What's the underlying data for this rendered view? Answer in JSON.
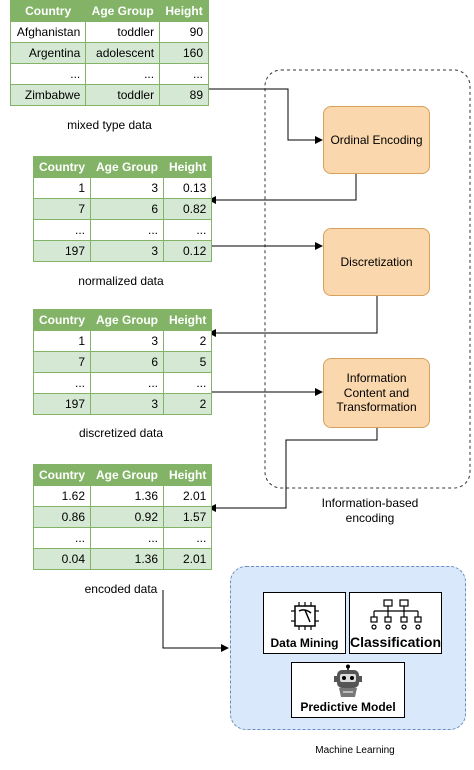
{
  "columns": [
    "Country",
    "Age Group",
    "Height"
  ],
  "tables": [
    {
      "caption": "mixed type data",
      "rows": [
        [
          "Afghanistan",
          "toddler",
          "90"
        ],
        [
          "Argentina",
          "adolescent",
          "160"
        ],
        [
          "...",
          "...",
          "..."
        ],
        [
          "Zimbabwe",
          "toddler",
          "89"
        ]
      ]
    },
    {
      "caption": "normalized data",
      "rows": [
        [
          "1",
          "3",
          "0.13"
        ],
        [
          "7",
          "6",
          "0.82"
        ],
        [
          "...",
          "...",
          "..."
        ],
        [
          "197",
          "3",
          "0.12"
        ]
      ]
    },
    {
      "caption": "discretized data",
      "rows": [
        [
          "1",
          "3",
          "2"
        ],
        [
          "7",
          "6",
          "5"
        ],
        [
          "...",
          "...",
          "..."
        ],
        [
          "197",
          "3",
          "2"
        ]
      ]
    },
    {
      "caption": "encoded data",
      "rows": [
        [
          "1.62",
          "1.36",
          "2.01"
        ],
        [
          "0.86",
          "0.92",
          "1.57"
        ],
        [
          "...",
          "...",
          "..."
        ],
        [
          "0.04",
          "1.36",
          "2.01"
        ]
      ]
    }
  ],
  "processes": {
    "ordinal": "Ordinal Encoding",
    "discretization": "Discretization",
    "information": "Information Content and Transformation"
  },
  "group_label": "Information-based encoding",
  "ml": {
    "data_mining": "Data Mining",
    "classification": "Classification",
    "predictive_model": "Predictive Model",
    "label": "Machine Learning"
  },
  "colors": {
    "table_header": "#82b366",
    "table_row": "#d5e8d4",
    "process_fill": "#fad7ac",
    "process_border": "#d6a15a",
    "ml_fill": "#dae8fc",
    "ml_border": "#6c8ebf"
  }
}
